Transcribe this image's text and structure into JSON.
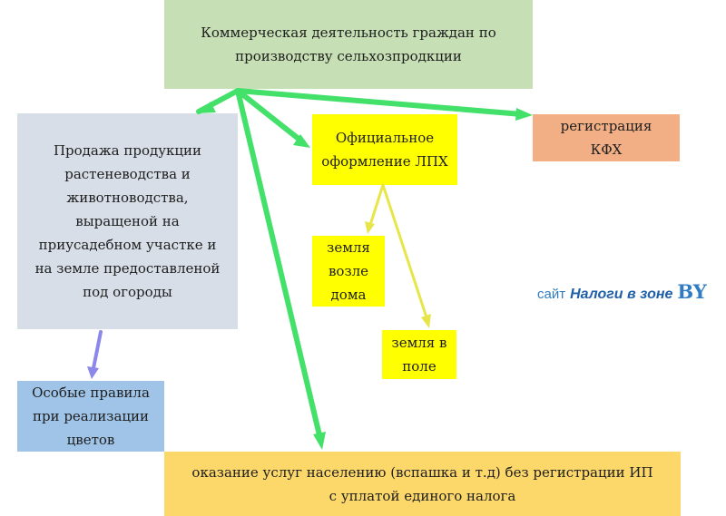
{
  "colors": {
    "top_box": "#c6dfb4",
    "left_box": "#d7dee7",
    "lph_box": "#ffff00",
    "kfh_box": "#f2af85",
    "near_box": "#ffff00",
    "field_box": "#ffff00",
    "flower_box": "#9fc4e8",
    "bottom_box": "#fcd76a",
    "green_arrow": "#43e06a",
    "yellow_arrow": "#e6e64a",
    "purple_arrow": "#8c87ea"
  },
  "boxes": {
    "top": [
      "Коммерческая деятельность граждан по",
      "производству сельхозпродкции"
    ],
    "left": [
      "Продажа продукции",
      "растеневодства и",
      "животноводства,",
      "выращеной на",
      "приусадебном участке и",
      "на земле предоставленой",
      "под огороды"
    ],
    "lph": [
      "Официальное",
      "оформление ЛПХ"
    ],
    "kfh": [
      "регистрация",
      "КФХ"
    ],
    "near_house": [
      "земля",
      "возле",
      "дома"
    ],
    "field": [
      "земля в",
      "поле"
    ],
    "flowers": [
      "Особые правила",
      "при реализации",
      "цветов"
    ],
    "bottom": [
      "оказание услуг населению (вспашка и т.д) без регистрации ИП",
      "с уплатой единого налога"
    ]
  },
  "site": {
    "prefix": "сайт",
    "name": "Налоги в зоне",
    "suffix": "BY"
  }
}
